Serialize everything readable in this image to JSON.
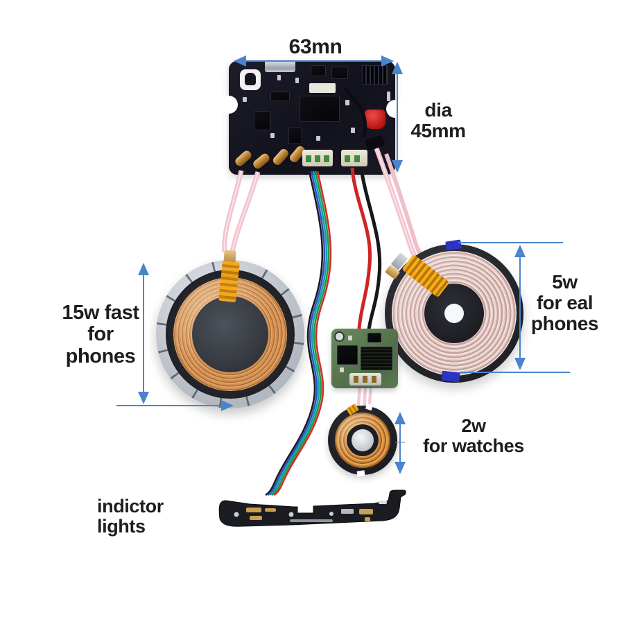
{
  "scene": {
    "background_color": "#ffffff",
    "annotation_line_color": "#4a84cc",
    "label_text_color": "#1d1d1d"
  },
  "labels": {
    "board_width": "63mn",
    "board_dia_line1": "dia",
    "board_dia_line2": "45mm",
    "coil15_line1": "15w fast",
    "coil15_line2": "for",
    "coil15_line3": "phones",
    "coil5_line1": "5w",
    "coil5_line2": "for eal",
    "coil5_line3": "phones",
    "coil2_line1": "2w",
    "coil2_line2": "for watches",
    "indicator": "indictor lights"
  },
  "palette": {
    "pcb_dark": "#15151d",
    "copper_winding": "#c9854a",
    "coil5_winding_pink": "#e6c9c4",
    "kapton_orange": "#e89a12",
    "pink_wire": "#f2c3ce",
    "silver_shield": "#ccd0d6",
    "green_sub_board": "#5d7a55",
    "red_button": "#cc2027",
    "ribbon_colors": [
      "#1a1a1e",
      "#2a52c8",
      "#13a0a8",
      "#1f9a40",
      "#d42a2a"
    ]
  }
}
